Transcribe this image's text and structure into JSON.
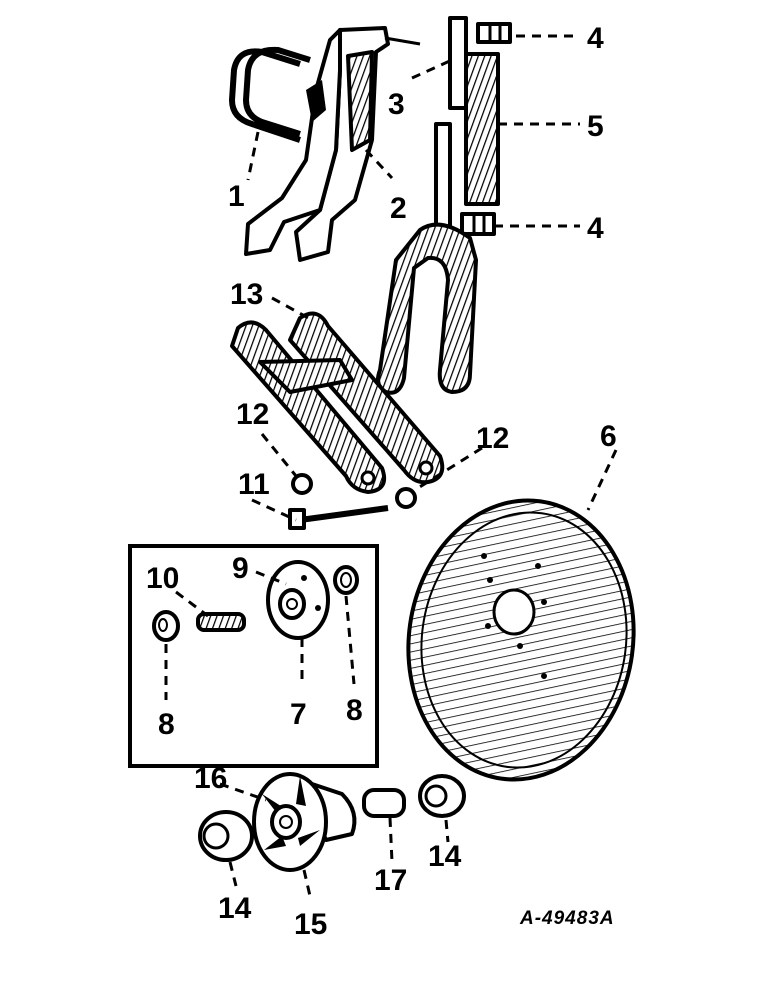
{
  "figure_code": "A-49483A",
  "callouts": {
    "c1": "1",
    "c2": "2",
    "c3": "3",
    "c4a": "4",
    "c4b": "4",
    "c5": "5",
    "c6": "6",
    "c7": "7",
    "c8a": "8",
    "c8b": "8",
    "c9": "9",
    "c10": "10",
    "c11": "11",
    "c12a": "12",
    "c12b": "12",
    "c13": "13",
    "c14a": "14",
    "c14b": "14",
    "c15": "15",
    "c16": "16",
    "c17": "17"
  }
}
